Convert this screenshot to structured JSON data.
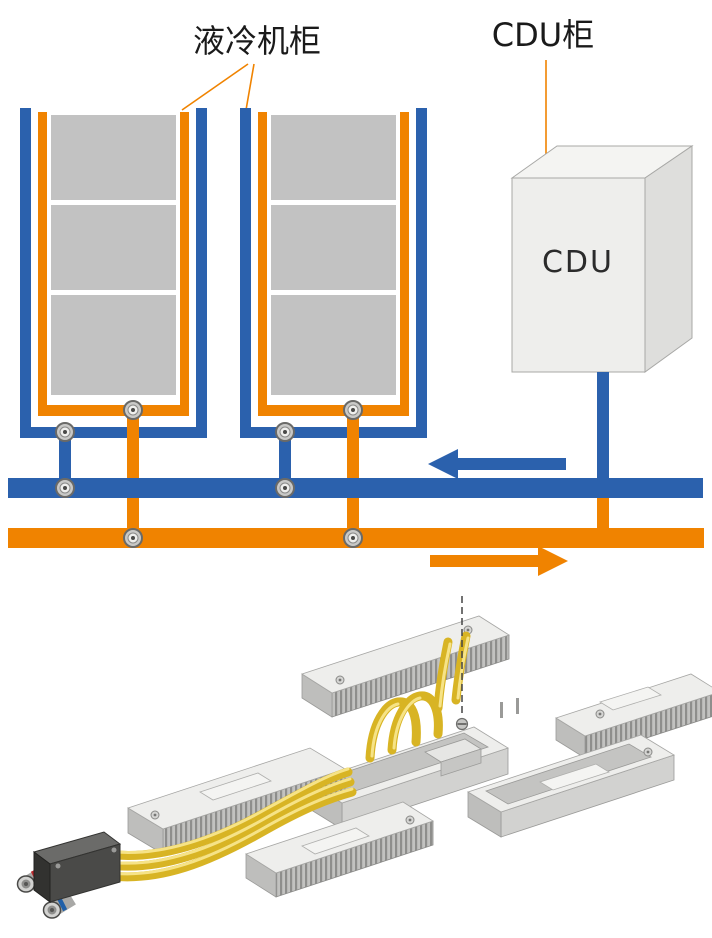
{
  "figure": {
    "type": "liquid-cooling-system-diagram",
    "labels": {
      "liquid_cabinet": "液冷机柜",
      "cdu_cabinet": "CDU柜",
      "cdu_box": "CDU"
    },
    "schematic": {
      "cabinet_count": 2,
      "panels_per_cabinet": 3,
      "supply_flow_direction": "left",
      "return_flow_direction": "right"
    },
    "colors": {
      "pipe_blue": "#2b61ad",
      "pipe_orange": "#f08300",
      "panel_gray": "#c2c2c2",
      "cdu_body": "#eeeeec",
      "tube_yellow": "#d8b424",
      "connector_dark": "#4a4a48"
    }
  }
}
